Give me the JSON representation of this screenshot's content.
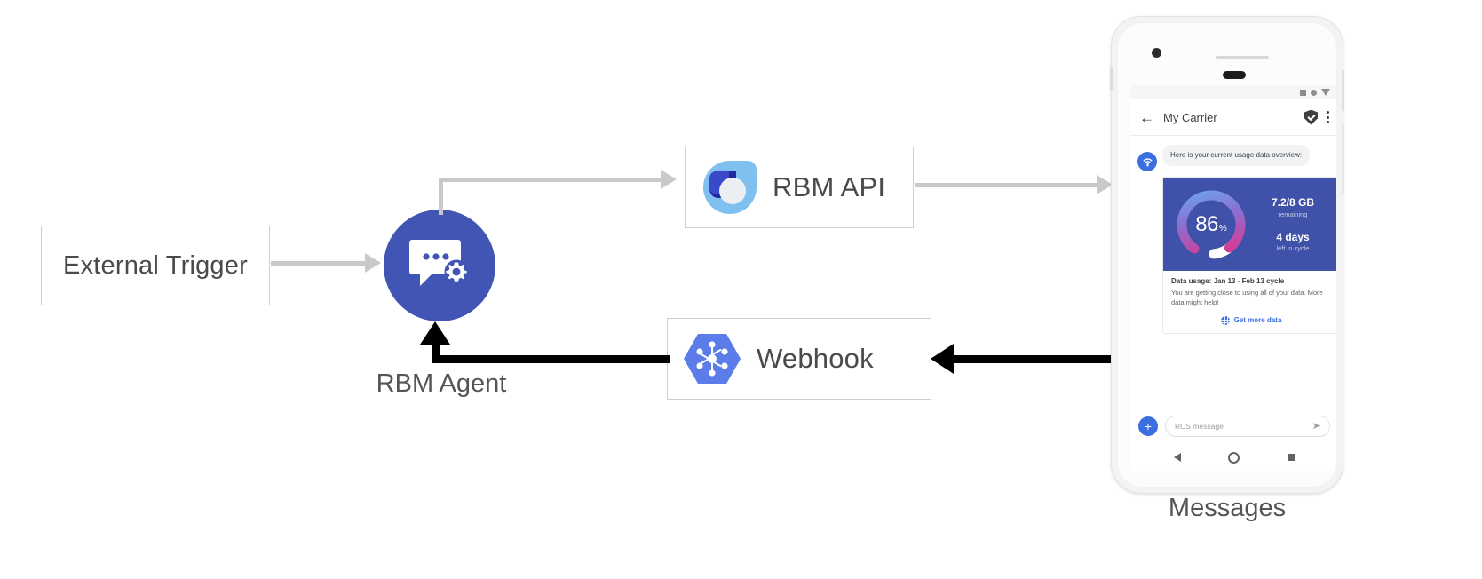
{
  "diagram": {
    "nodes": {
      "external_trigger": {
        "label": "External Trigger"
      },
      "rbm_agent": {
        "label": "RBM Agent",
        "icon": "chat-gear-icon",
        "color": "#4055b4"
      },
      "rbm_api": {
        "label": "RBM API",
        "icon": "rbm-droplet-icon"
      },
      "webhook": {
        "label": "Webhook",
        "icon": "gcp-pubsub-hex-icon"
      }
    },
    "edges": [
      {
        "from": "external_trigger",
        "to": "rbm_agent",
        "style": "grey"
      },
      {
        "from": "rbm_agent",
        "to": "rbm_api",
        "style": "grey"
      },
      {
        "from": "rbm_api",
        "to": "phone",
        "style": "grey"
      },
      {
        "from": "phone",
        "to": "webhook",
        "style": "black"
      },
      {
        "from": "webhook",
        "to": "rbm_agent",
        "style": "black"
      }
    ]
  },
  "phone": {
    "caption": "Messages",
    "statusbar": {
      "icons": [
        "square-icon",
        "circle-icon",
        "triangle-down-icon"
      ]
    },
    "appbar": {
      "back_icon": "back-arrow-icon",
      "title": "My Carrier",
      "verified_icon": "shield-check-icon",
      "menu_icon": "kebab-menu-icon"
    },
    "conversation": {
      "avatar_icon": "carrier-signal-icon",
      "bubble_text": "Here is your current usage data overview:",
      "card": {
        "gauge": {
          "value": "86",
          "symbol": "%"
        },
        "stats": [
          {
            "value": "7.2/8 GB",
            "caption": "remaining"
          },
          {
            "value": "4 days",
            "caption": "left in cycle"
          }
        ],
        "title": "Data usage: Jan 13 - Feb 13 cycle",
        "description": "You are getting close to using all of your data. More data might help!",
        "action": {
          "icon": "globe-icon",
          "label": "Get more data",
          "color": "#3b6fe0"
        }
      }
    },
    "composer": {
      "plus_icon": "plus-icon",
      "placeholder": "RCS message",
      "send_icon": "send-icon"
    },
    "navbar": {
      "icons": [
        "nav-back-icon",
        "nav-home-icon",
        "nav-recents-icon"
      ]
    }
  }
}
